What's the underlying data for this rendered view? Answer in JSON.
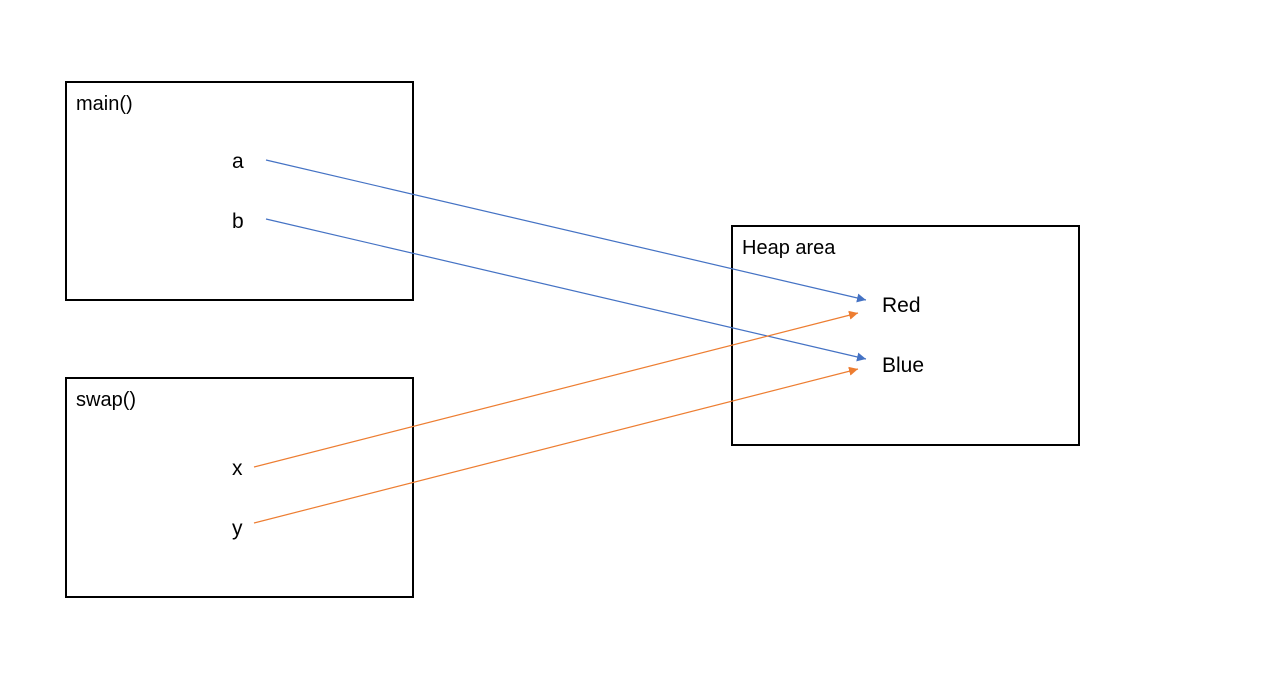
{
  "colors": {
    "main_arrow": "#4472C4",
    "swap_arrow": "#ED7D31",
    "border": "#000000",
    "background": "#FFFFFF"
  },
  "main_frame": {
    "title": "main()",
    "vars": [
      "a",
      "b"
    ]
  },
  "swap_frame": {
    "title": "swap()",
    "vars": [
      "x",
      "y"
    ]
  },
  "heap": {
    "title": "Heap area",
    "objects": [
      "Red",
      "Blue"
    ]
  },
  "references": [
    {
      "from": "a",
      "to": "Red",
      "frame": "main"
    },
    {
      "from": "b",
      "to": "Blue",
      "frame": "main"
    },
    {
      "from": "x",
      "to": "Red",
      "frame": "swap"
    },
    {
      "from": "y",
      "to": "Blue",
      "frame": "swap"
    }
  ]
}
